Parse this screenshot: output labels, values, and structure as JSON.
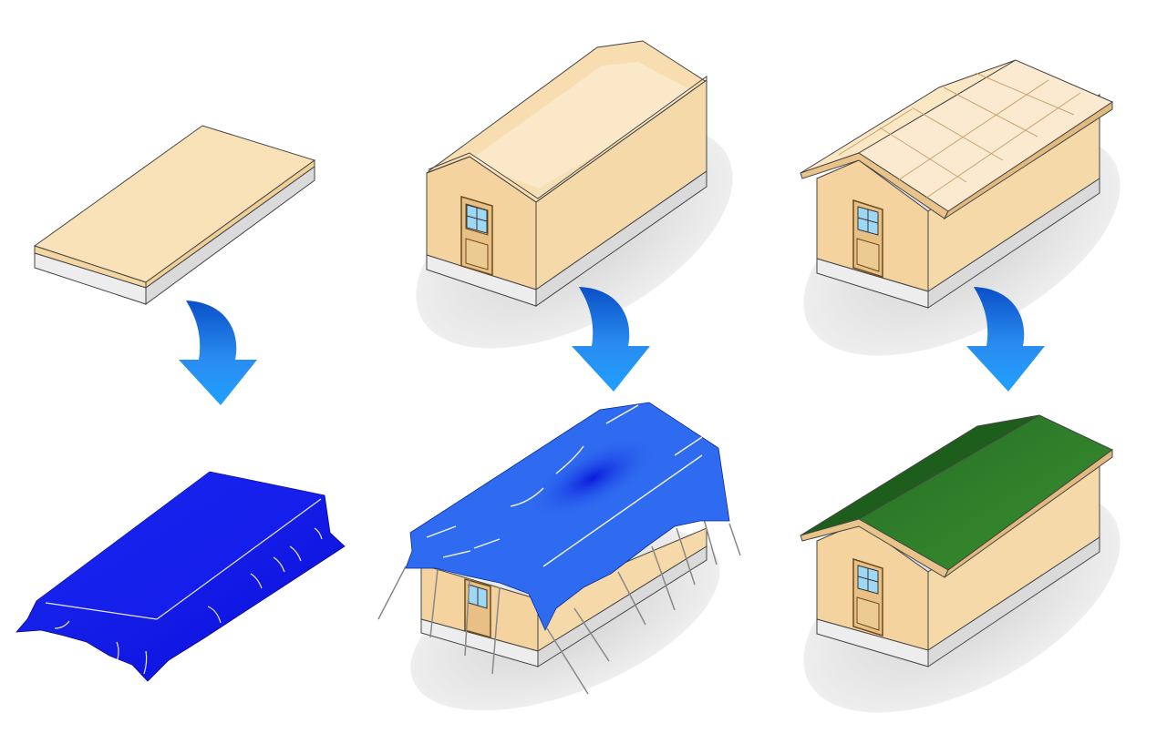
{
  "diagram": {
    "stages": [
      {
        "id": "foundation",
        "before": "wooden-platform",
        "after": "tarp-covered-platform"
      },
      {
        "id": "walls",
        "before": "walled-shelter-no-roof",
        "after": "tarp-tent-over-walls"
      },
      {
        "id": "roof",
        "before": "shelter-with-roof-frame",
        "after": "shelter-with-green-roof"
      }
    ],
    "icons": [
      "down-arrow-icon",
      "door-icon",
      "window-icon",
      "guy-rope-icon"
    ],
    "colors": {
      "wood_light": "#F9E2B8",
      "wood_mid": "#F2D39E",
      "wood_dark": "#E9C48A",
      "base_grey": "#E6E6E6",
      "shadow": "#E2E2E2",
      "tarp_dark": "#1010E8",
      "tarp_light": "#2F6BF0",
      "roof_green": "#2E7D2A",
      "roof_green_dark": "#1E5E1C",
      "arrow_blue": "#1E90FF",
      "window_glass": "#9FD8F5"
    }
  }
}
